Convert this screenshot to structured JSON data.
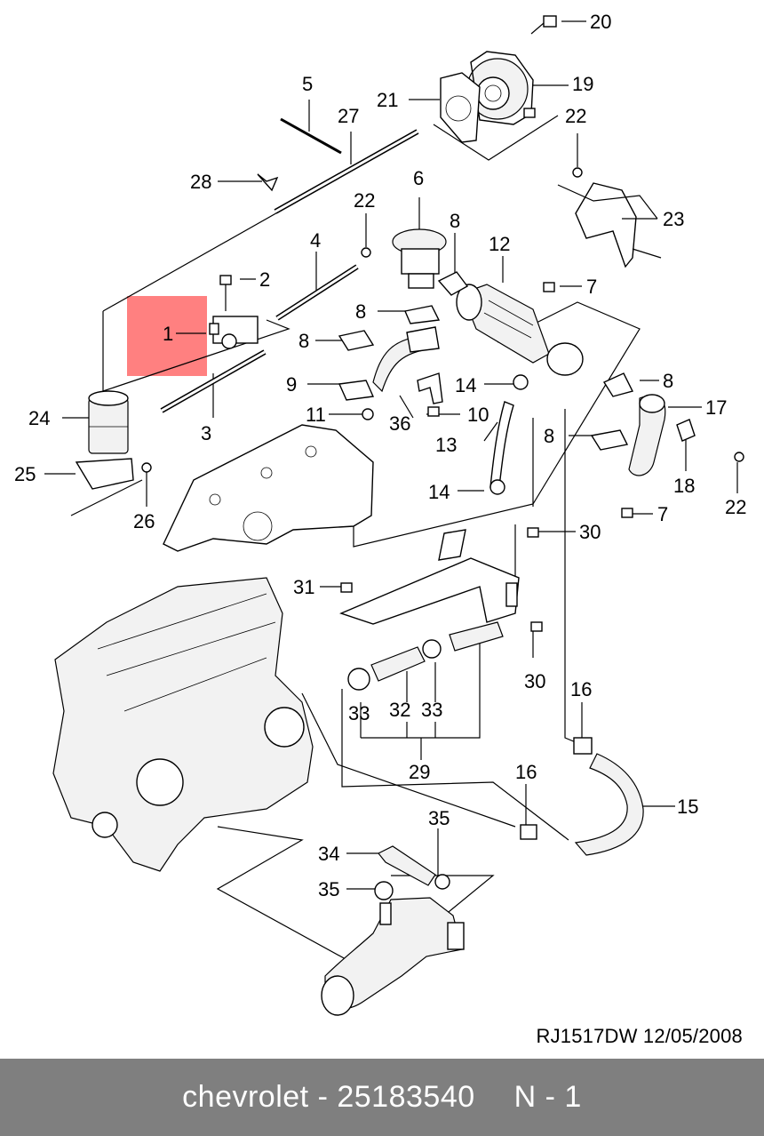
{
  "diagram": {
    "highlight_color": "#ff8080",
    "callouts": [
      "1",
      "2",
      "3",
      "4",
      "5",
      "6",
      "7",
      "7",
      "8",
      "8",
      "8",
      "8",
      "8",
      "9",
      "10",
      "11",
      "12",
      "13",
      "14",
      "14",
      "15",
      "16",
      "16",
      "17",
      "18",
      "19",
      "20",
      "21",
      "22",
      "22",
      "22",
      "23",
      "24",
      "25",
      "26",
      "27",
      "28",
      "29",
      "30",
      "30",
      "31",
      "32",
      "33",
      "33",
      "34",
      "35",
      "35",
      "36"
    ]
  },
  "drawing_code": "RJ1517DW  12/05/2008",
  "footer": {
    "brand": "chevrolet",
    "separator": "-",
    "part_number": "25183540",
    "ref": "N - 1",
    "background": "#7f7f7f"
  }
}
